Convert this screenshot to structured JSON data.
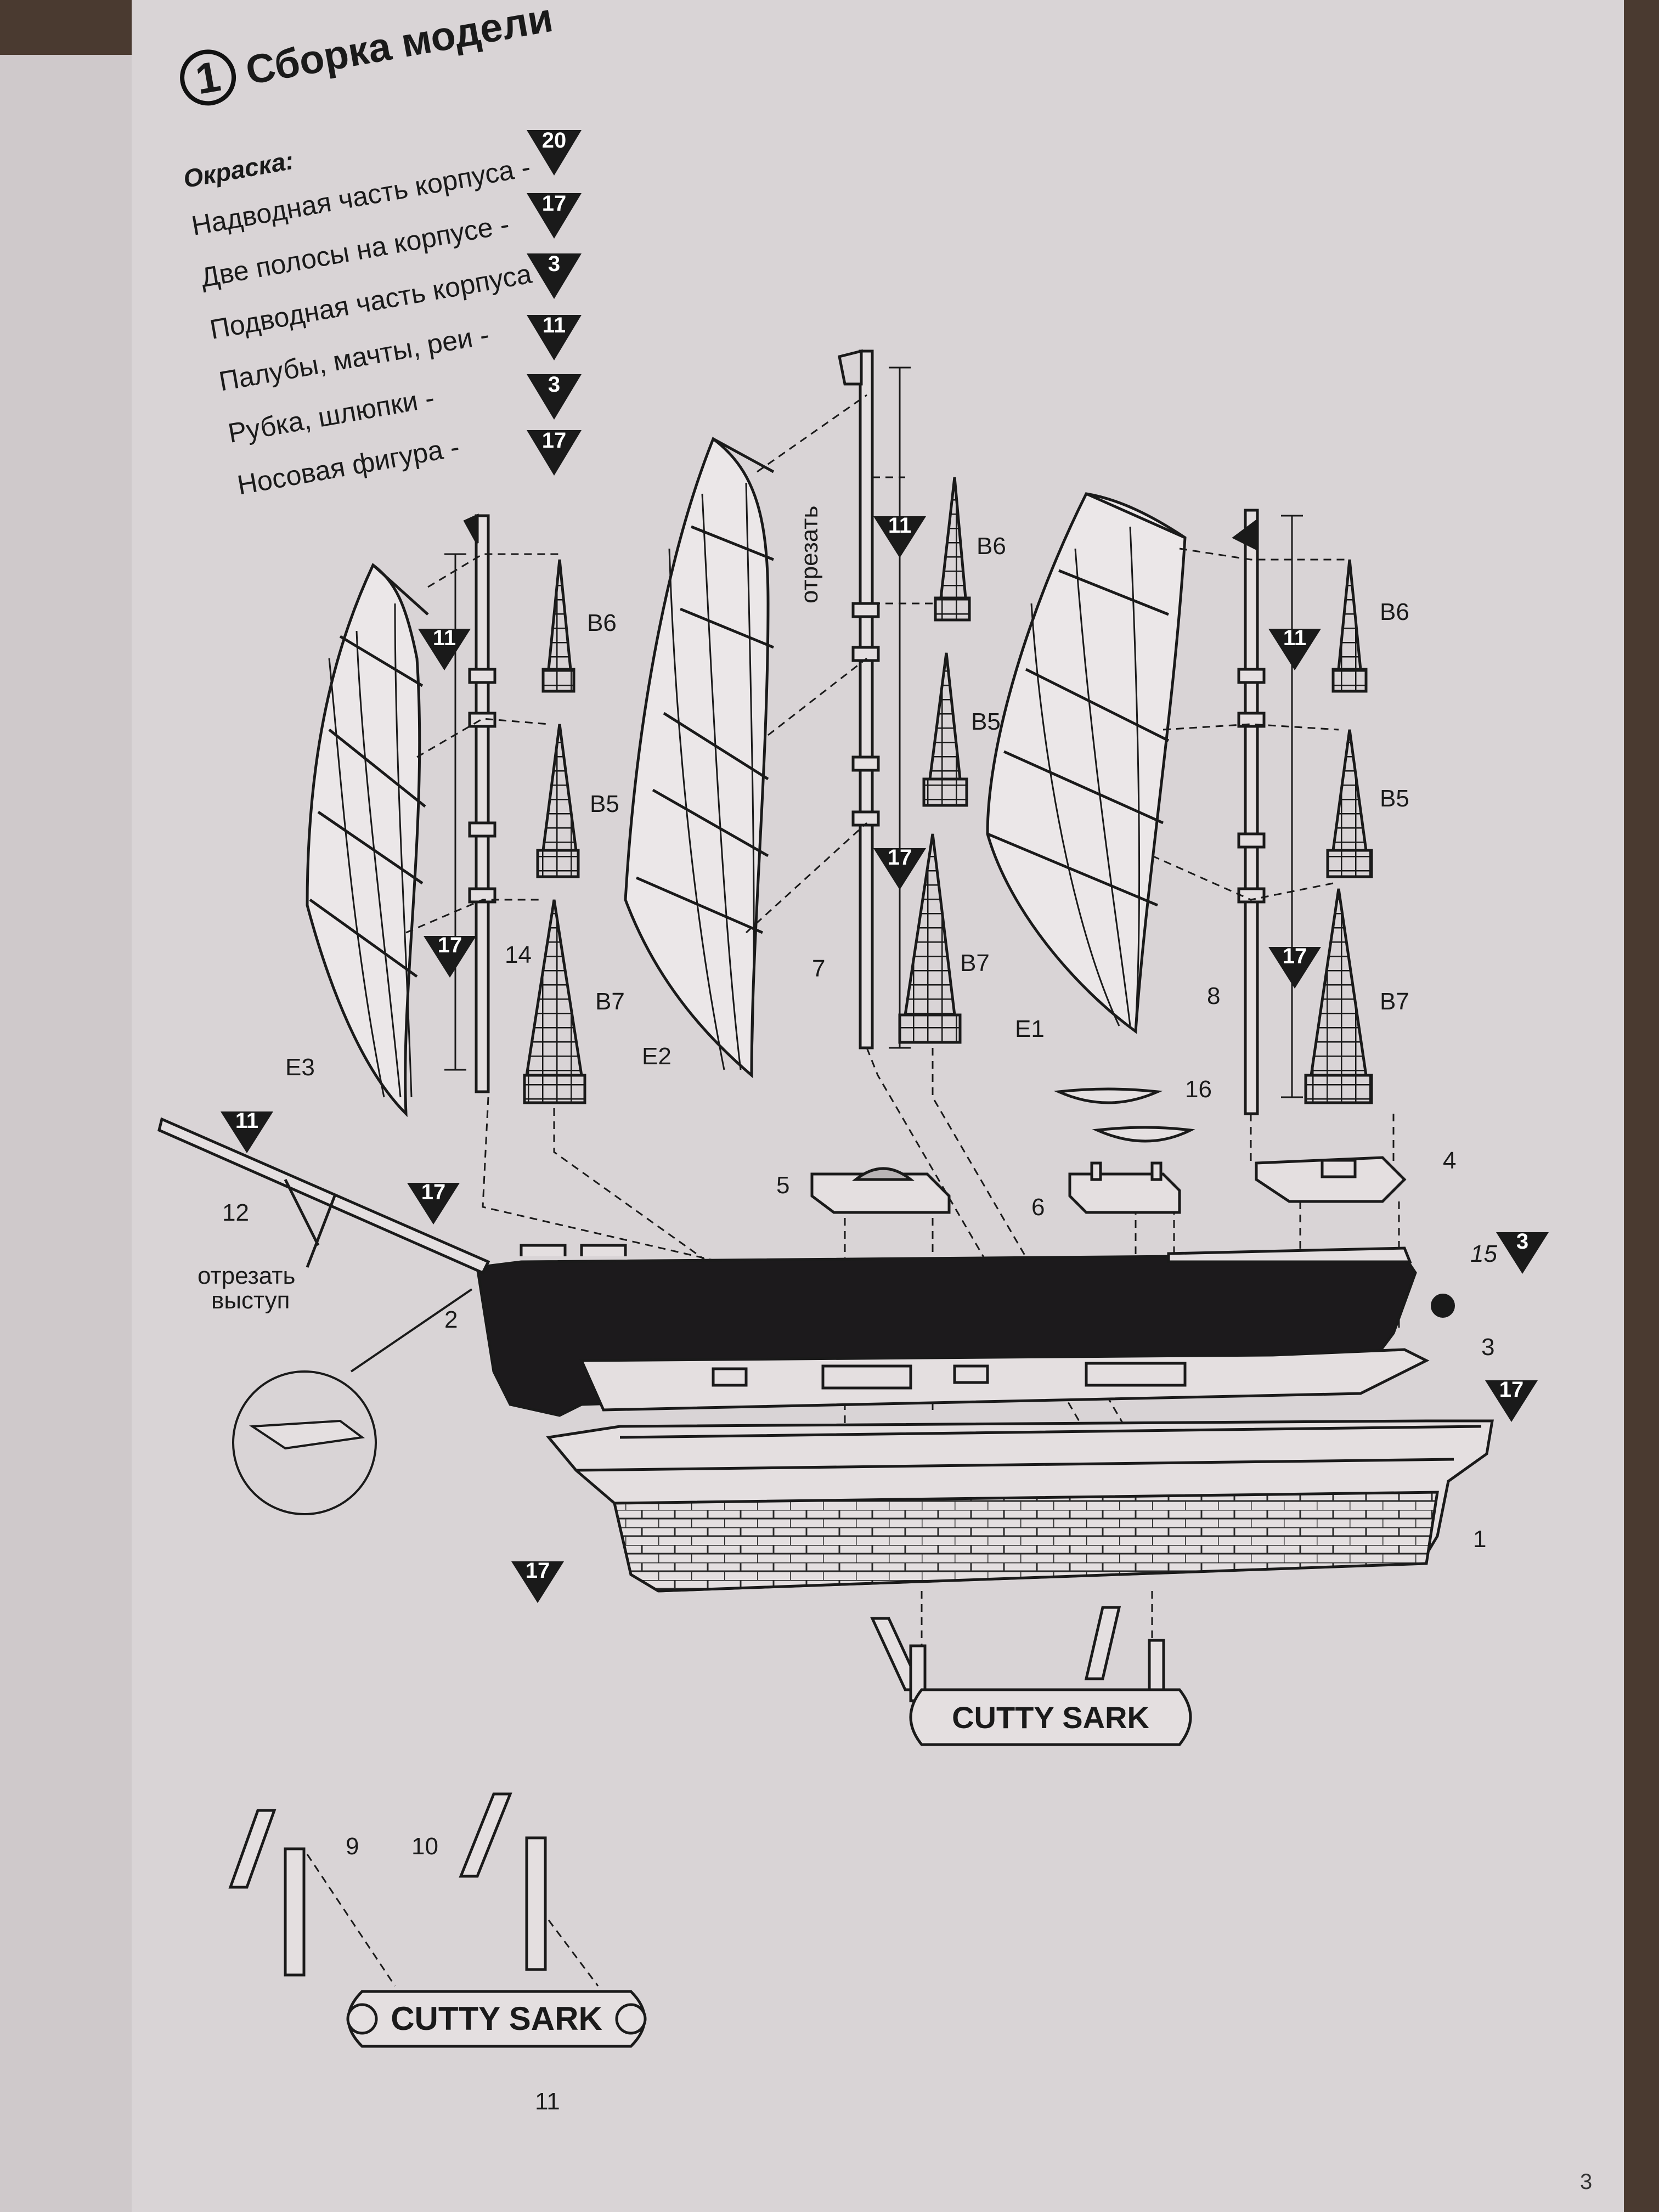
{
  "step": {
    "number": "1",
    "title": "Сборка модели"
  },
  "painting": {
    "title": "Окраска:",
    "items": [
      {
        "label": "Надводная часть корпуса -",
        "color_code": "20"
      },
      {
        "label": "Две полосы на корпусе -",
        "color_code": "17"
      },
      {
        "label": "Подводная часть корпуса -",
        "color_code": "3"
      },
      {
        "label": "Палубы, мачты, реи -",
        "color_code": "11"
      },
      {
        "label": "Рубка, шлюпки -",
        "color_code": "3"
      },
      {
        "label": "Носовая фигура -",
        "color_code": "17"
      }
    ]
  },
  "parts": {
    "b6_left": "В6",
    "b5_left": "В5",
    "b7_left": "В7",
    "b6_mid": "В6",
    "b5_mid": "В5",
    "b7_mid": "В7",
    "b6_right": "В6",
    "b5_right": "В5",
    "b7_right": "В7",
    "e3": "E3",
    "e2": "E2",
    "e1": "E1",
    "p14": "14",
    "p7": "7",
    "p8": "8",
    "p16": "16",
    "p5": "5",
    "p6": "6",
    "p4": "4",
    "p15": "15",
    "p3": "3",
    "p2": "2",
    "p1": "1",
    "p12": "12",
    "p9": "9",
    "p10": "10",
    "p11": "11"
  },
  "notes": {
    "cut_mast": "отрезать",
    "cut_protrusion_line1": "отрезать",
    "cut_protrusion_line2": "выступ"
  },
  "color_markers": {
    "left_mast_top": "11",
    "left_mast_bottom": "17",
    "mid_mast_top": "11",
    "mid_mast_bottom": "17",
    "right_mast_top": "11",
    "right_mast_bottom": "17",
    "bowsprit_a": "11",
    "bowsprit_b": "17",
    "wheel": "3",
    "hull_stripe": "17",
    "hull_bottom": "17"
  },
  "nameplates": {
    "stand_plate": "CUTTY SARK",
    "detail_plate": "CUTTY SARK"
  },
  "page_number": "3",
  "colors": {
    "paper": "#d9d4d6",
    "ink": "#1a1a1a",
    "hull_dark": "#1c1a1c"
  }
}
